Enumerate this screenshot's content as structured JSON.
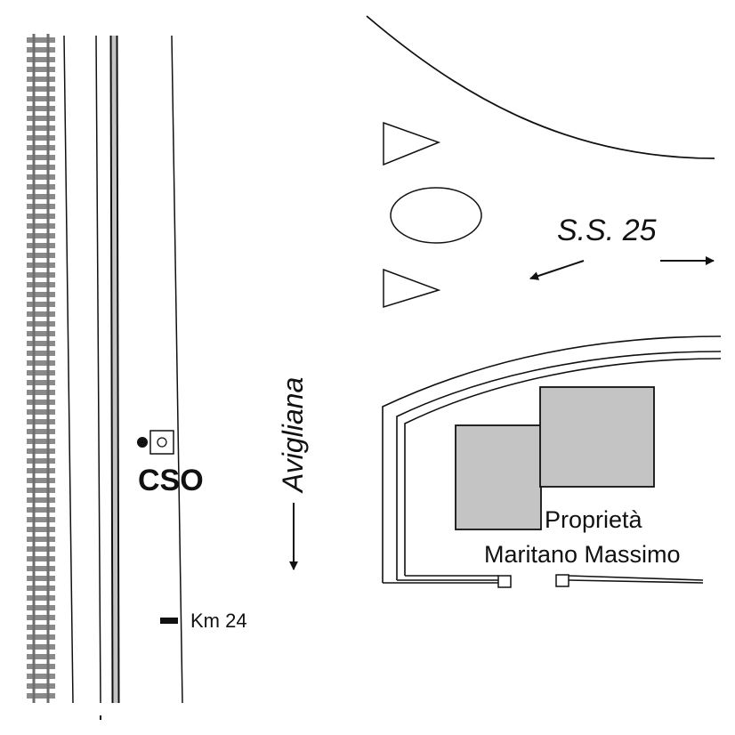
{
  "labels": {
    "station": "CSO",
    "direction_town": "Avigliana",
    "road": "S.S. 25",
    "km_marker": "Km 24",
    "property_line1": "Proprietà",
    "property_line2": "Maritano Massimo"
  },
  "colors": {
    "line": "#111111",
    "building_fill": "#c4c4c4",
    "rail": "#8a8a8a",
    "background": "#ffffff"
  },
  "icons": {
    "signal": "filled-circle-icon",
    "station_box": "square-with-circle-icon",
    "arrow": "arrow-head-icon"
  }
}
